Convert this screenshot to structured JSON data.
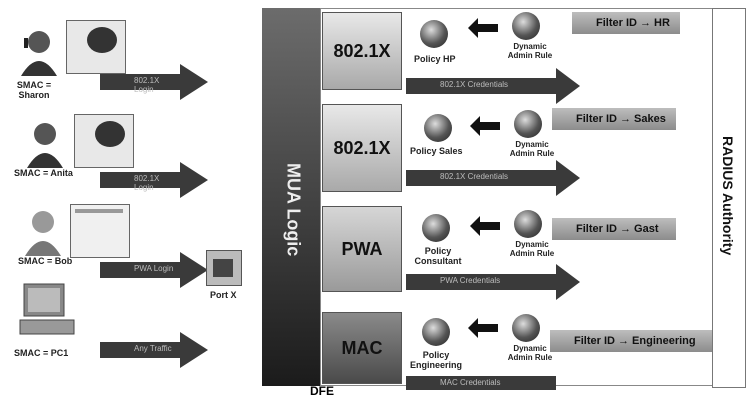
{
  "users": [
    {
      "label": "SMAC = Sharon",
      "arrow_text": "802.1X Login"
    },
    {
      "label": "SMAC = Anita",
      "arrow_text": "802.1X Login"
    },
    {
      "label": "SMAC = Bob",
      "arrow_text": "PWA Login"
    },
    {
      "label": "SMAC = PC1",
      "arrow_text": "Any Traffic"
    }
  ],
  "port": {
    "label": "Port X"
  },
  "mua": {
    "label": "MUA Logic",
    "dfe_label": "DFE"
  },
  "modes": [
    {
      "label": "802.1X",
      "policy": "Policy HP",
      "rule": "Dynamic Admin Rule",
      "credentials": "802.1X Credentials",
      "filter": "Filter ID → HR"
    },
    {
      "label": "802.1X",
      "policy": "Policy Sales",
      "rule": "Dynamic Admin Rule",
      "credentials": "802.1X Credentials",
      "filter": "Filter ID → Sakes"
    },
    {
      "label": "PWA",
      "policy": "Policy Consultant",
      "rule": "Dynamic Admin Rule",
      "credentials": "PWA Credentials",
      "filter": "Filter ID → Gast"
    },
    {
      "label": "MAC",
      "policy": "Policy Engineering",
      "rule": "Dynamic Admin Rule",
      "credentials": "MAC Credentials",
      "filter": "Filter ID → Engineering"
    }
  ],
  "radius": {
    "label": "RADIUS Authority"
  }
}
